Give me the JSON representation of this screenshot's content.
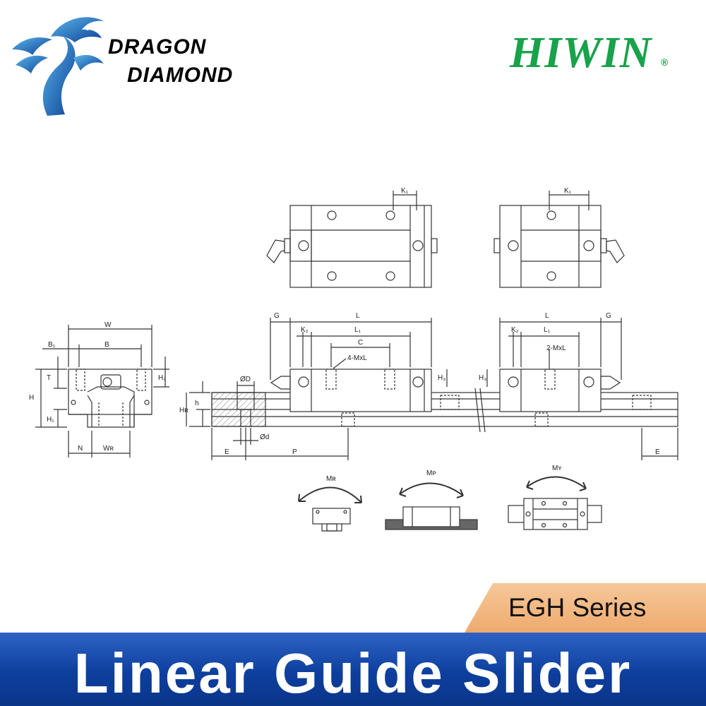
{
  "brand": {
    "line1": "DRAGON",
    "line2": "DIAMOND",
    "logo_icon": "dragon-logo-icon"
  },
  "hiwin": {
    "name": "HIWIN",
    "reg": "®",
    "color": "#18a24a"
  },
  "labels": {
    "K1": "K₁",
    "G": "G",
    "L": "L",
    "L1": "L₁",
    "K2": "K₂",
    "C": "C",
    "mxl4": "4-MxL",
    "mxl2": "2-MxL",
    "H3": "H₃",
    "W": "W",
    "B1": "B₁",
    "B": "B",
    "T": "T",
    "H": "H",
    "H1": "H₁",
    "H2": "H₂",
    "N": "N",
    "WR": "Wʀ",
    "OD": "ØD",
    "Od": "Ød",
    "h": "h",
    "HR": "Hʀ",
    "E": "E",
    "P": "P",
    "MR": "Mʀ",
    "MP": "Mᴘ",
    "MY": "Mʏ"
  },
  "series": "EGH Series",
  "title": "Linear Guide Slider",
  "colors": {
    "banner": "#0d3f9e",
    "tab": "#f0b07a"
  }
}
